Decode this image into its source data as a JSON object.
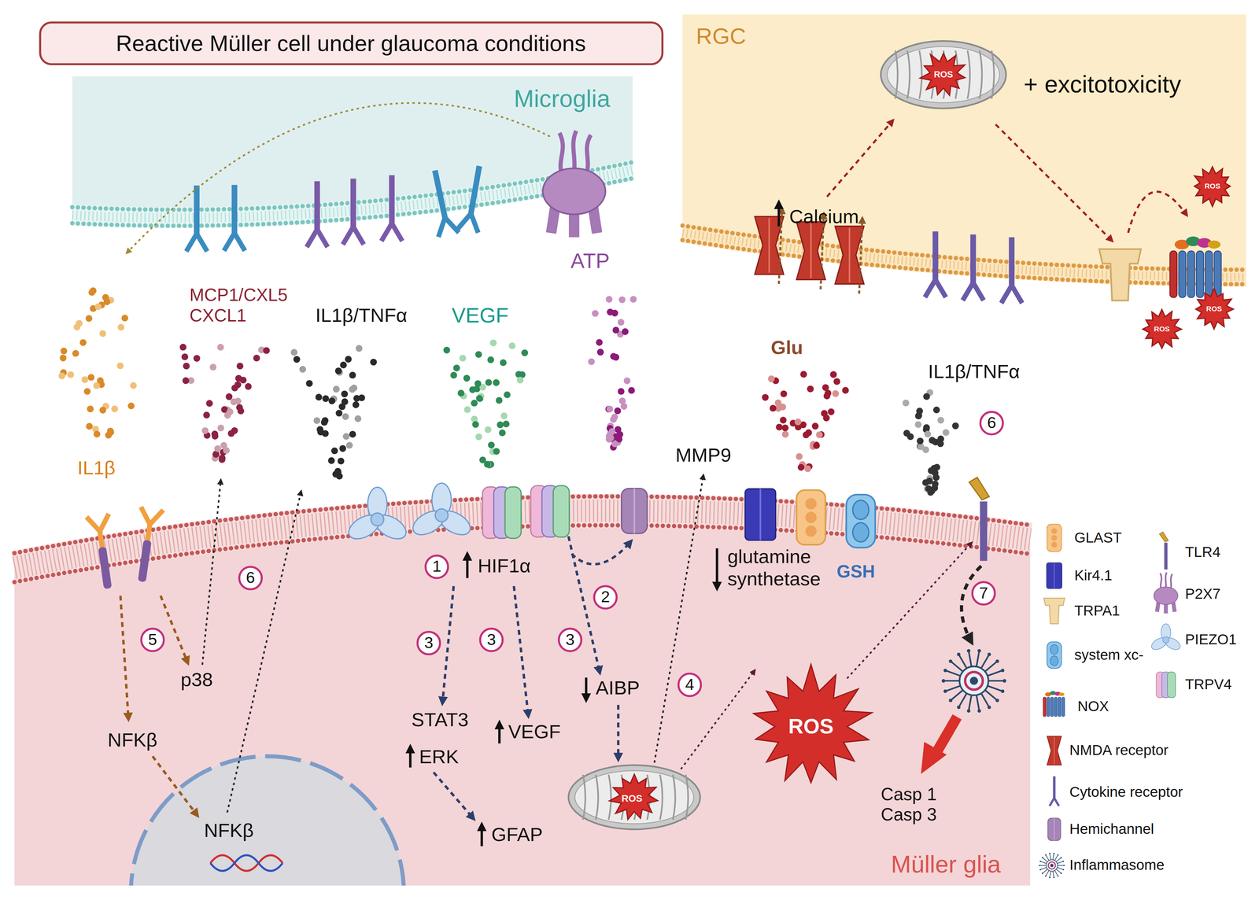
{
  "diagram": {
    "title": "Reactive Müller cell under glaucoma conditions",
    "nodes": [
      {
        "text": [
          "Microglia"
        ]
      },
      {
        "text": [
          "RGC"
        ]
      },
      {
        "text": [
          "ROS"
        ],
        "in": 1
      },
      {
        "text": [
          "ROS"
        ],
        "in": 1
      },
      {
        "text": [
          "ROS"
        ]
      },
      {
        "text": [
          "ROS"
        ]
      },
      {
        "text": [
          "Müller glia"
        ]
      },
      {
        "text": [
          "NFKβ"
        ],
        "in": 6
      },
      {
        "text": [
          "ROS"
        ],
        "in": 6
      },
      {
        "text": [
          "ROS"
        ],
        "in": 6
      }
    ],
    "labels": [
      "+ excitotoxicity",
      "Calcium",
      "ATP",
      "MCP1/CXL5 CXCL1",
      "IL1β/TNFα",
      "VEGF",
      "Glu",
      "IL1β/TNFα",
      "6",
      "MMP9",
      "IL1β",
      "1",
      "HIF1α",
      "glutamine synthetase",
      "GSH",
      "6",
      "2",
      "7",
      "5",
      "3",
      "3",
      "3",
      "p38",
      "AIBP",
      "4",
      "STAT3",
      "VEGF",
      "NFKβ",
      "ERK",
      "Casp 1 Casp 3",
      "GFAP"
    ],
    "legend": [
      {
        "text": "GLAST"
      },
      {
        "text": "Kir4.1"
      },
      {
        "text": "TRPA1"
      },
      {
        "text": "system xc-"
      },
      {
        "text": "NOX"
      },
      {
        "text": "NMDA receptor"
      },
      {
        "text": "Cytokine receptor"
      },
      {
        "text": "Hemichannel"
      },
      {
        "text": "Inflammasome"
      },
      {
        "text": "TLR4"
      },
      {
        "text": "P2X7"
      },
      {
        "text": "PIEZO1"
      },
      {
        "text": "TRPV4"
      }
    ]
  }
}
